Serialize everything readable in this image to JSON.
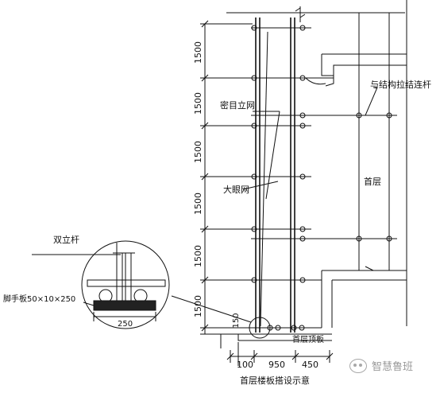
{
  "dimensions": {
    "heights": [
      "1500",
      "1500",
      "1500",
      "1500",
      "1500",
      "1500"
    ],
    "small": "150",
    "bottom": [
      "100",
      "950",
      "450"
    ],
    "detail_width": "250"
  },
  "labels": {
    "dense_net": "密目立网",
    "coarse_net": "大眼网",
    "tie_rod": "与结构拉结连杆",
    "first_floor": "首层",
    "first_floor_slab": "首层顶板",
    "caption": "首层楼板搭设示意",
    "double_pole": "双立杆",
    "scaffold_board": "脚手板50×10×250"
  },
  "watermark": {
    "text": "智慧鲁班",
    "icon": "wechat-icon"
  }
}
